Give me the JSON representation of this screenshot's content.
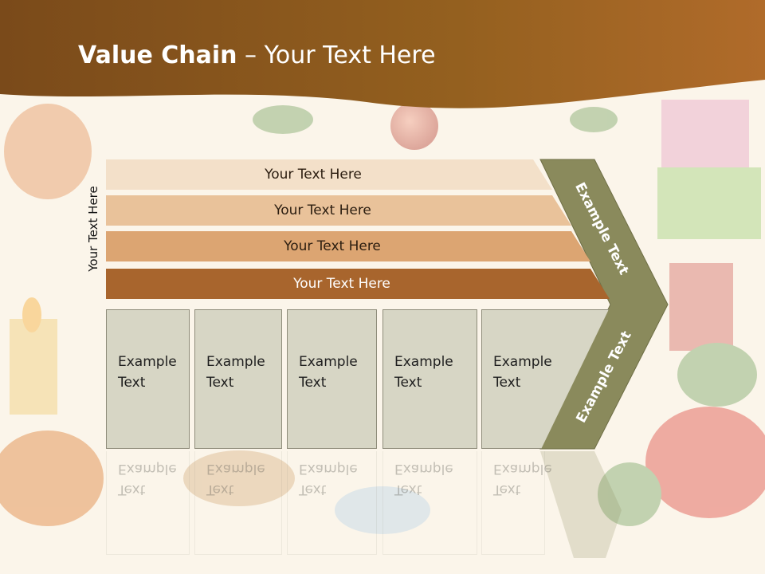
{
  "title": {
    "bold": "Value Chain",
    "rest": " – Your Text Here"
  },
  "side_label": "Your Text Here",
  "bands": [
    {
      "label": "Your Text Here",
      "color": "#f3e0c9"
    },
    {
      "label": "Your Text Here",
      "color": "#e9c29a"
    },
    {
      "label": "Your Text Here",
      "color": "#dca572"
    },
    {
      "label": "Your Text Here",
      "color": "#a8652d"
    }
  ],
  "boxes": [
    {
      "line1": "Example",
      "line2": "Text"
    },
    {
      "line1": "Example",
      "line2": "Text"
    },
    {
      "line1": "Example",
      "line2": "Text"
    },
    {
      "line1": "Example",
      "line2": "Text"
    },
    {
      "line1": "Example",
      "line2": "Text"
    }
  ],
  "chevron": {
    "top_text": "Example Text",
    "bottom_text": "Example Text",
    "color": "#8a8a5c"
  },
  "colors": {
    "header_brown": "#8b5a22",
    "box_fill": "#d7d6c5"
  }
}
